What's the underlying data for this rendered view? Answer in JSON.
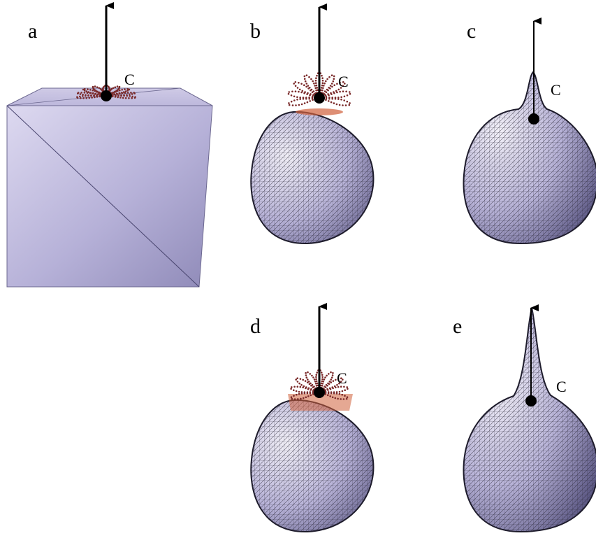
{
  "panels": [
    {
      "id": "a",
      "letter": "a",
      "point_label": "C"
    },
    {
      "id": "b",
      "letter": "b",
      "point_label": "C"
    },
    {
      "id": "c",
      "letter": "c",
      "point_label": "C"
    },
    {
      "id": "d",
      "letter": "d",
      "point_label": "C"
    },
    {
      "id": "e",
      "letter": "e",
      "point_label": "C"
    }
  ],
  "colors": {
    "surface_light": "#e6e2f2",
    "surface_mid": "#b3aed4",
    "surface_dark": "#6e6a96",
    "mesh_line": "#2a2838",
    "arrow": "#000000",
    "dotted_field": "#7a2a2a",
    "highlight_band": "#d0603a"
  }
}
